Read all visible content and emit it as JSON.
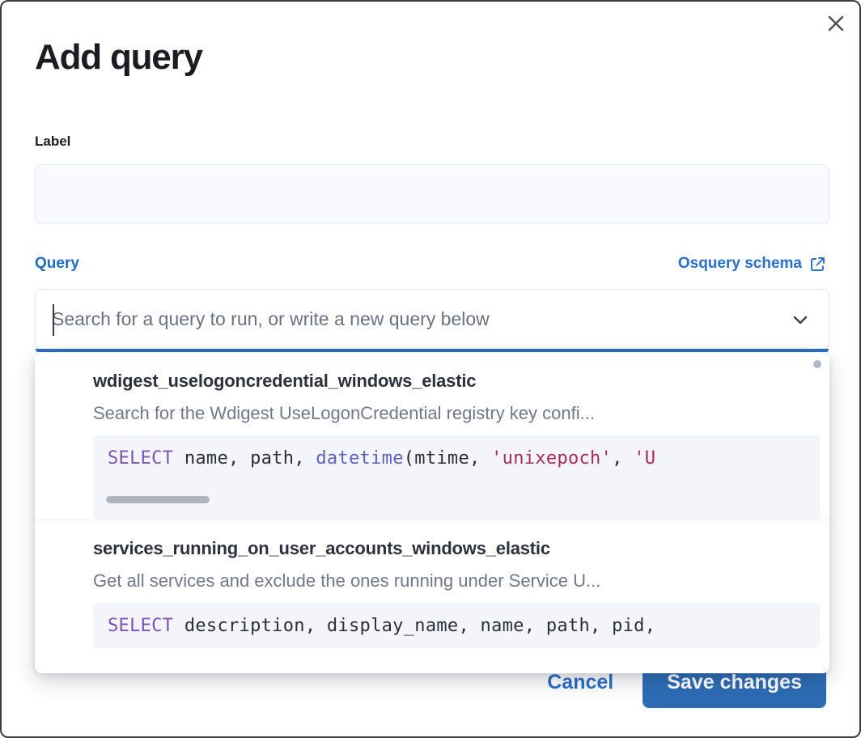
{
  "modal": {
    "title": "Add query",
    "close_icon": "close-icon"
  },
  "label_field": {
    "label": "Label",
    "value": "",
    "placeholder": ""
  },
  "query_field": {
    "label": "Query",
    "schema_link": "Osquery schema",
    "schema_link_icon": "external-link-icon",
    "combobox_placeholder": "Search for a query to run, or write a new query below",
    "combobox_value": "",
    "chevron_icon": "chevron-down-icon"
  },
  "dropdown": {
    "items": [
      {
        "title": "wdigest_uselogoncredential_windows_elastic",
        "description": "Search for the Wdigest UseLogonCredential registry key confi...",
        "code_tokens": [
          {
            "t": "SELECT",
            "c": "kw"
          },
          {
            "t": " name, path, ",
            "c": ""
          },
          {
            "t": "datetime",
            "c": "fn"
          },
          {
            "t": "(mtime, ",
            "c": ""
          },
          {
            "t": "'unixepoch'",
            "c": "str"
          },
          {
            "t": ", ",
            "c": ""
          },
          {
            "t": "'U",
            "c": "str"
          }
        ],
        "has_code_scrollbar": true
      },
      {
        "title": "services_running_on_user_accounts_windows_elastic",
        "description": "Get all services and exclude the ones running under Service U...",
        "code_tokens": [
          {
            "t": "SELECT",
            "c": "kw"
          },
          {
            "t": " description, display_name, name, path, pid,",
            "c": ""
          }
        ],
        "has_code_scrollbar": false
      }
    ]
  },
  "footer": {
    "cancel_label": "Cancel",
    "save_label": "Save changes"
  },
  "colors": {
    "accent_blue": "#2a6fc9",
    "save_button_blue": "#2d6cb4",
    "title_dark": "#1b1c22",
    "muted_text": "#72778a",
    "code_background": "#f4f5fa",
    "keyword_purple": "#7b53b5",
    "string_red": "#ab2a55"
  }
}
